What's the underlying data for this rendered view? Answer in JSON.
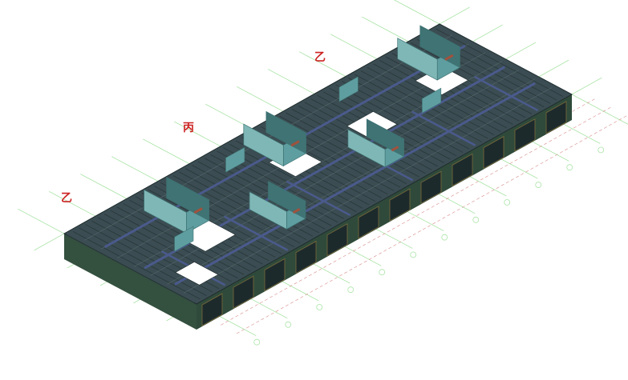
{
  "zone_labels": [
    {
      "text": "乙"
    },
    {
      "text": "丙"
    },
    {
      "text": "乙"
    }
  ],
  "colors": {
    "background": "#ffffff",
    "grid_line": "#9ee09a",
    "dimension_line": "#d98a8a",
    "top_face": "#3b4d52",
    "top_face_dark": "#2a383c",
    "wall": "#5f9ea0",
    "wall_light": "#7fb7b6",
    "wall_dark": "#3f7374",
    "beam": "#4a5a8c",
    "front_face": "#2f4a3a",
    "label_red": "#cc2222"
  }
}
